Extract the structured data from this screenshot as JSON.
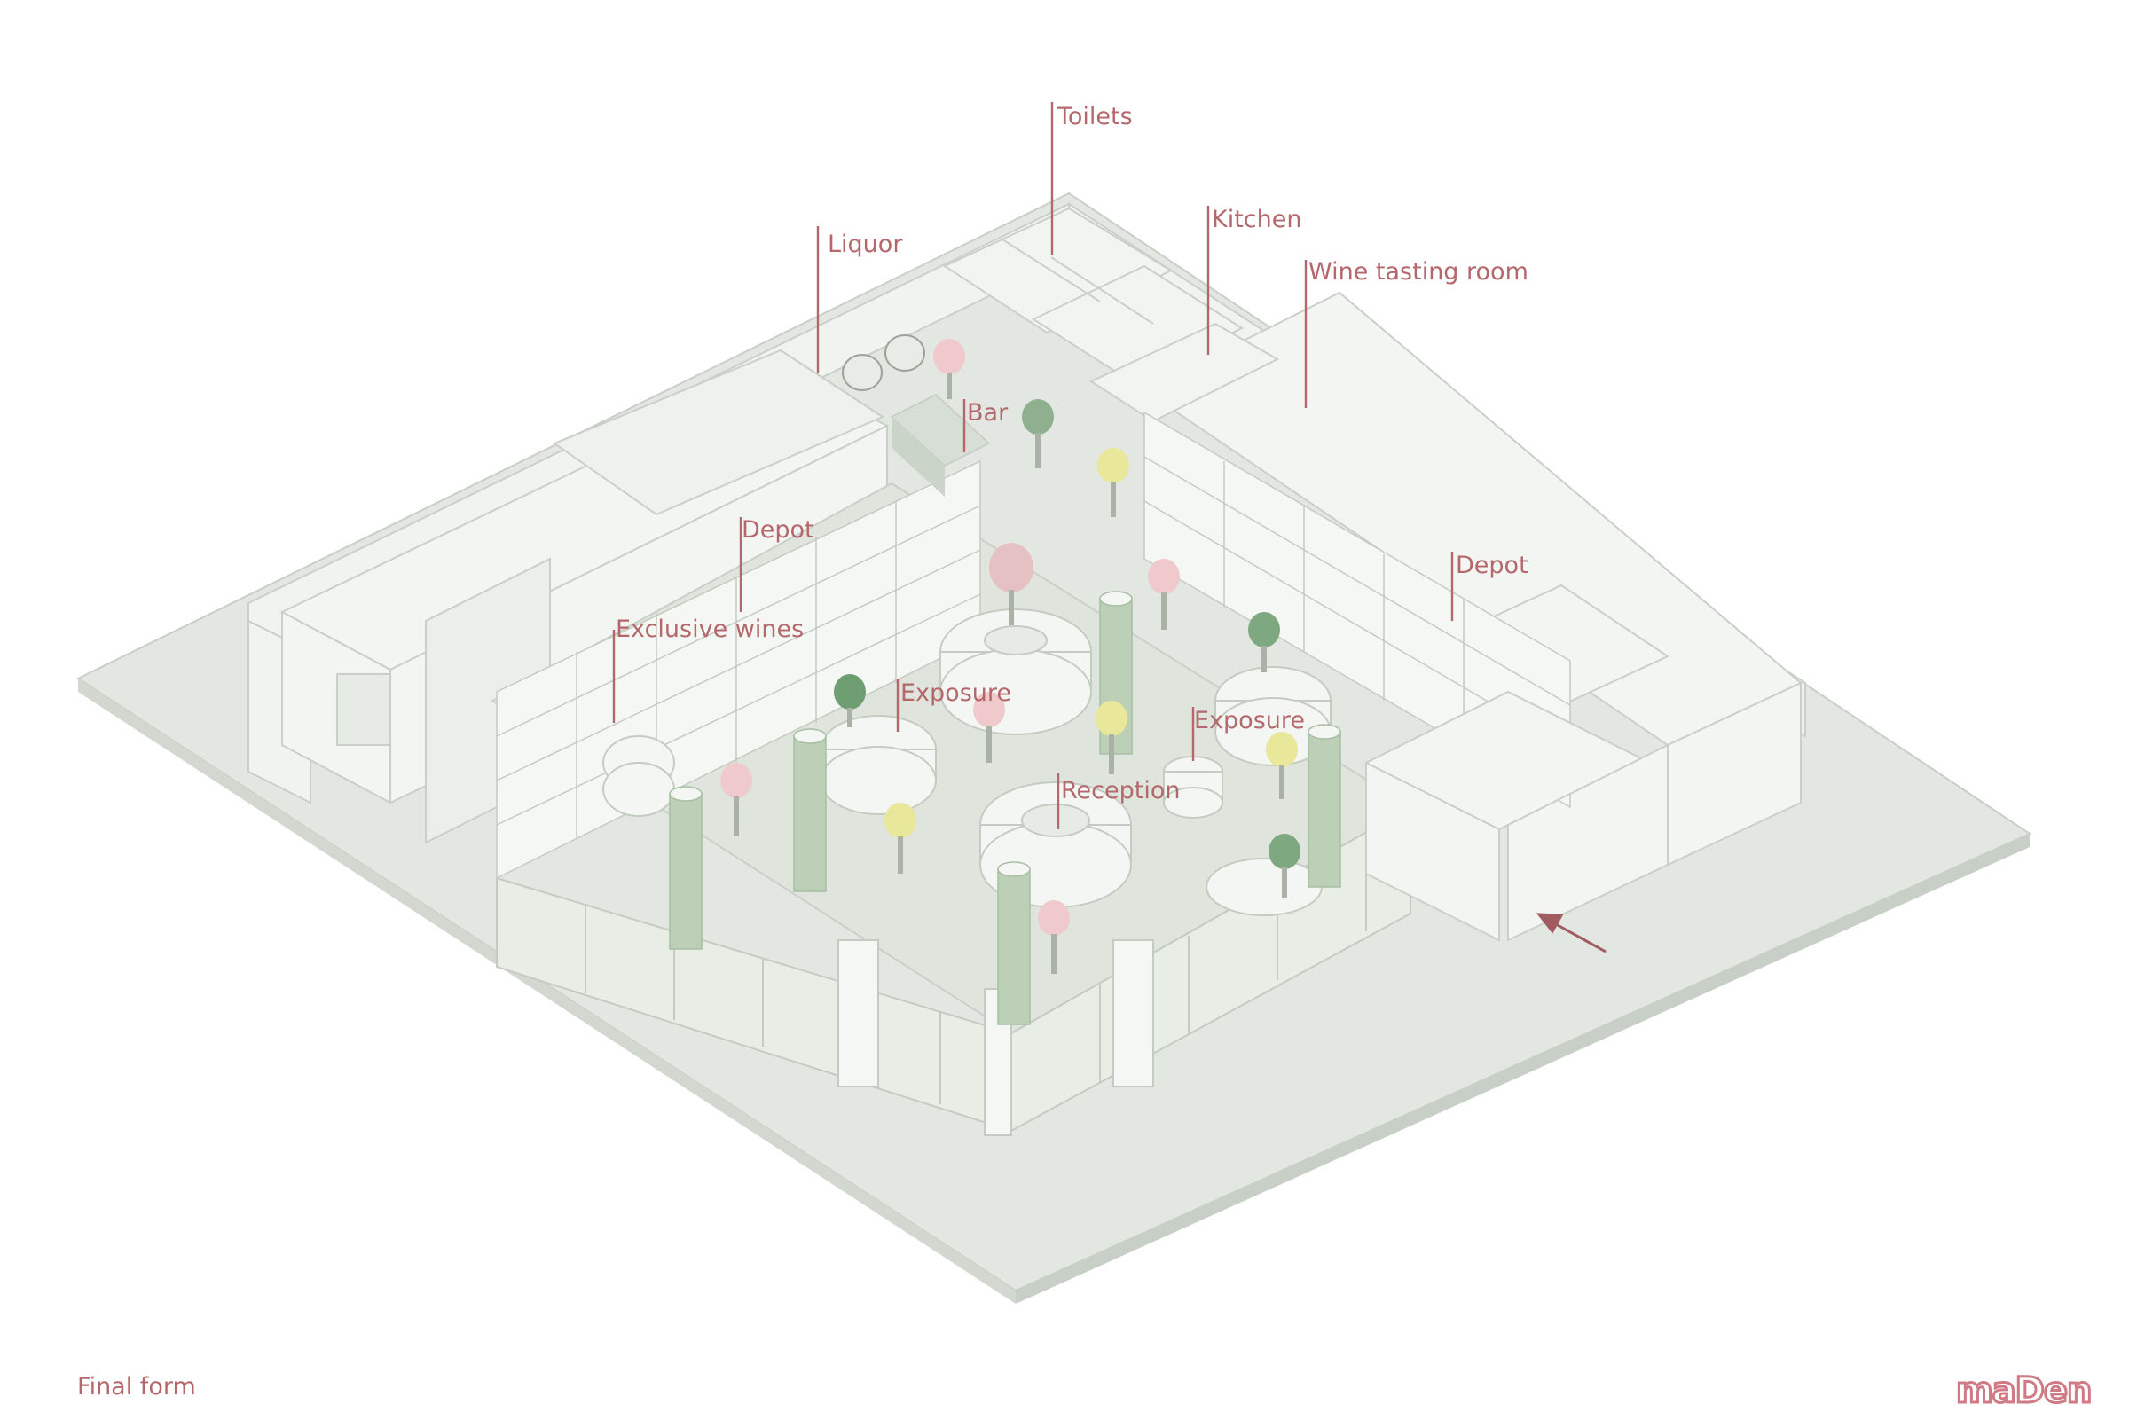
{
  "labels": {
    "toilets": "Toilets",
    "liquor": "Liquor",
    "kitchen": "Kitchen",
    "wine_tasting_room": "Wine tasting room",
    "bar": "Bar",
    "depot_left": "Depot",
    "depot_right": "Depot",
    "exclusive_wines": "Exclusive wines",
    "exposure_left": "Exposure",
    "exposure_right": "Exposure",
    "reception": "Reception"
  },
  "caption": "Final form",
  "logo": "maDen",
  "colors": {
    "label": "#b4686c",
    "floor": "#e2e6e0",
    "wall": "#f1f3f0",
    "line": "#c9d0c8",
    "plant_pink": "#efc9cc",
    "plant_green": "#7ea87f",
    "plant_yellow": "#e9e79a",
    "column": "#b9cdb4",
    "logo": "#d07a86"
  }
}
